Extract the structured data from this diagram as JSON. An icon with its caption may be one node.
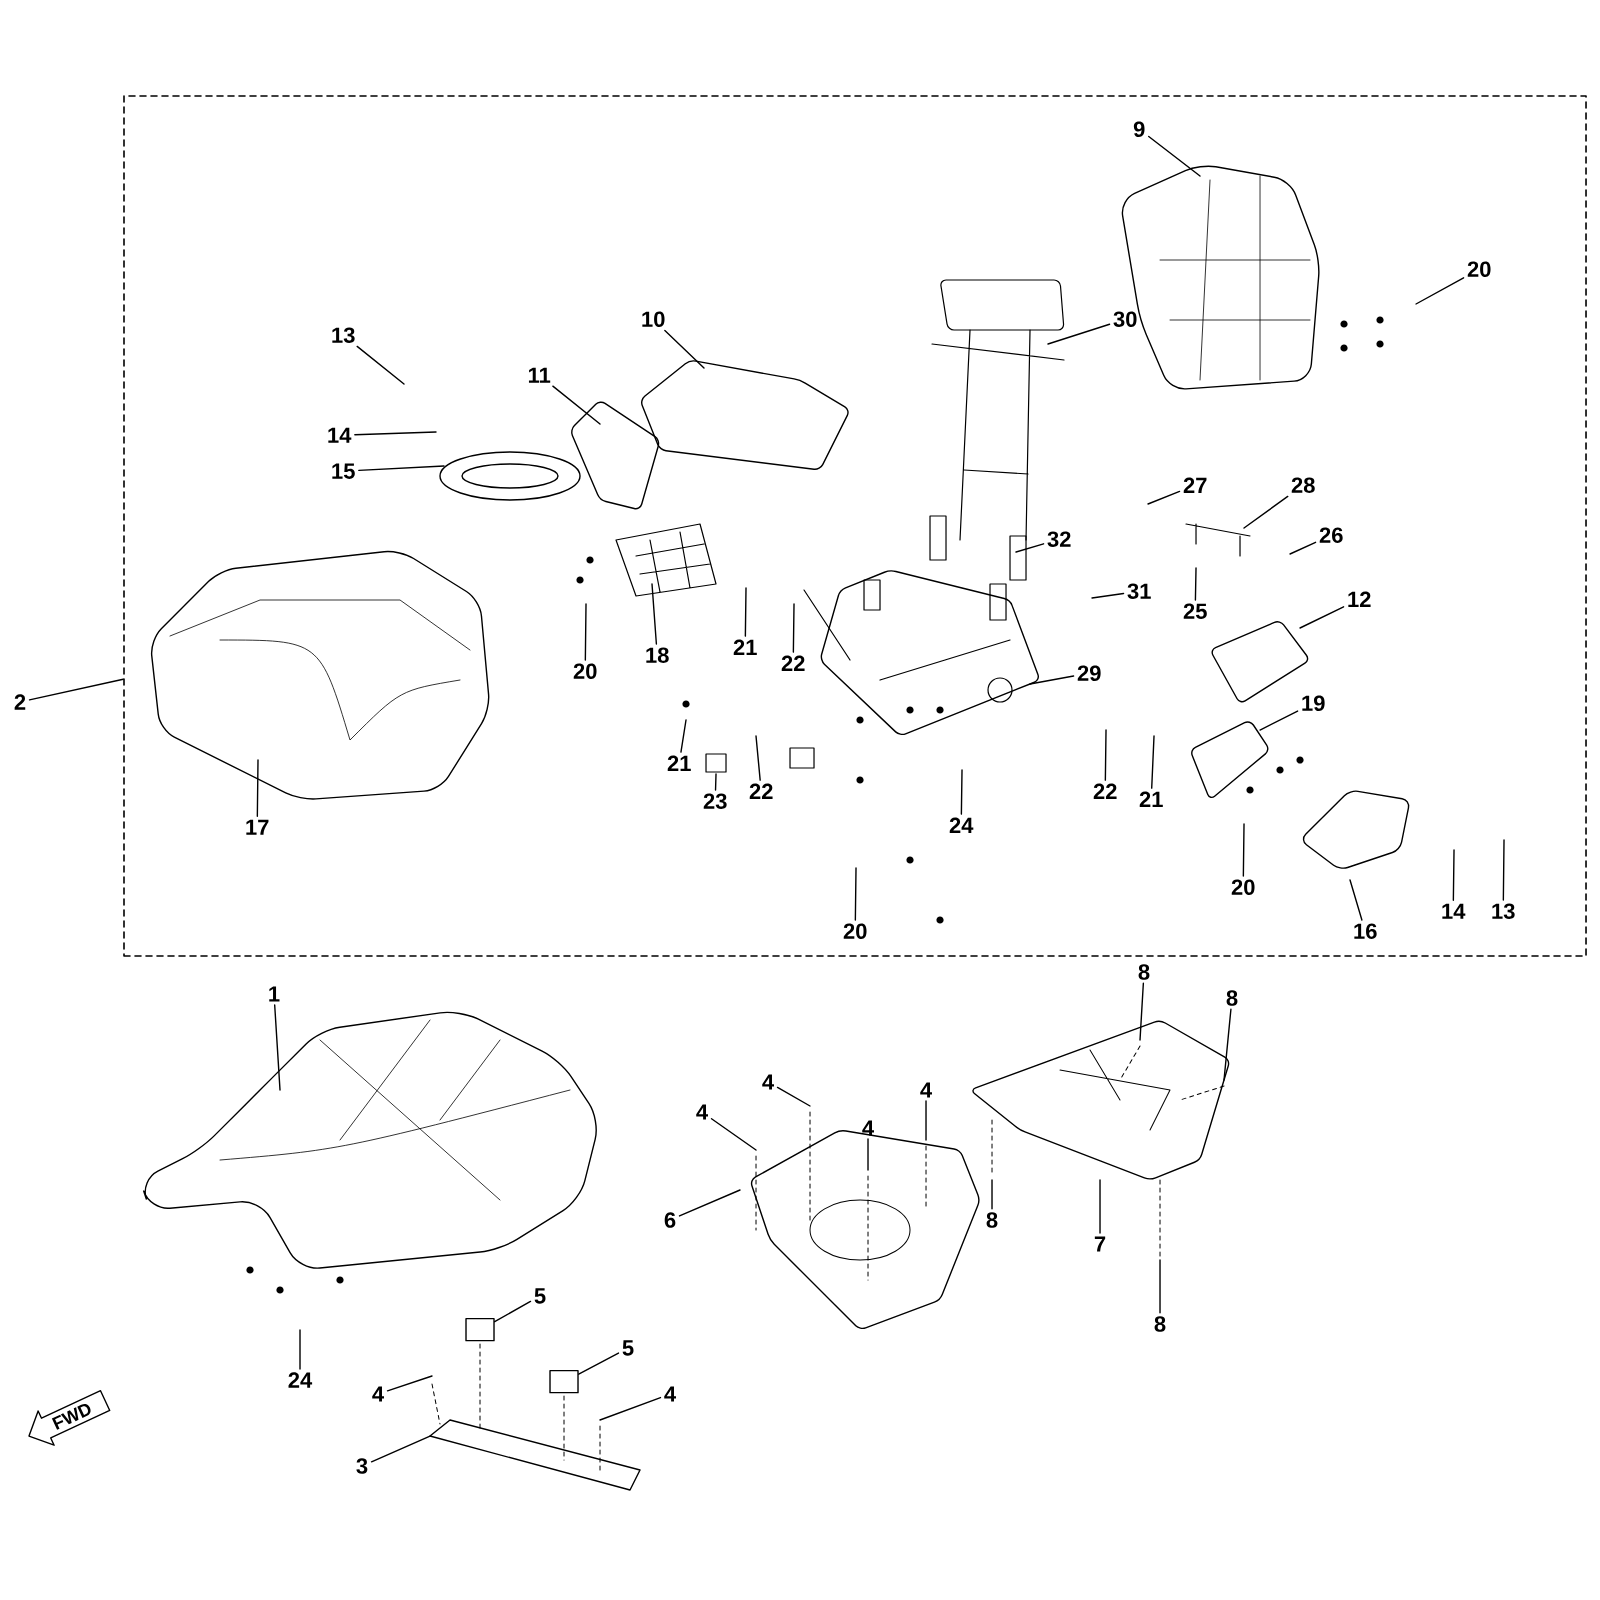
{
  "diagram": {
    "nodes": [
      {
        "text": [],
        "shape": "box"
      },
      {
        "text": [
          "9"
        ],
        "in": 0
      },
      {
        "text": [
          "20"
        ],
        "in": 0
      },
      {
        "text": [
          "13"
        ],
        "in": 0
      },
      {
        "text": [
          "10"
        ],
        "in": 0
      },
      {
        "text": [
          "11"
        ],
        "in": 0
      },
      {
        "text": [
          "30"
        ],
        "in": 0
      },
      {
        "text": [
          "14"
        ],
        "in": 0
      },
      {
        "text": [
          "15"
        ],
        "in": 0
      },
      {
        "text": [
          "27"
        ],
        "in": 0
      },
      {
        "text": [
          "28"
        ],
        "in": 0
      },
      {
        "text": [
          "32"
        ],
        "in": 0
      },
      {
        "text": [
          "26"
        ],
        "in": 0
      },
      {
        "text": [
          "31"
        ],
        "in": 0
      },
      {
        "text": [
          "25"
        ],
        "in": 0
      },
      {
        "text": [
          "12"
        ],
        "in": 0
      },
      {
        "text": [
          "20"
        ],
        "in": 0
      },
      {
        "text": [
          "18"
        ],
        "in": 0
      },
      {
        "text": [
          "21"
        ],
        "in": 0
      },
      {
        "text": [
          "22"
        ],
        "in": 0
      },
      {
        "text": [
          "29"
        ],
        "in": 0
      },
      {
        "text": [
          "19"
        ],
        "in": 0
      },
      {
        "text": [
          "21"
        ],
        "in": 0
      },
      {
        "text": [
          "23"
        ],
        "in": 0
      },
      {
        "text": [
          "22"
        ],
        "in": 0
      },
      {
        "text": [
          "22"
        ],
        "in": 0
      },
      {
        "text": [
          "21"
        ],
        "in": 0
      },
      {
        "text": [
          "17"
        ],
        "in": 0
      },
      {
        "text": [
          "24"
        ],
        "in": 0
      },
      {
        "text": [
          "20"
        ],
        "in": 0
      },
      {
        "text": [
          "14"
        ],
        "in": 0
      },
      {
        "text": [
          "13"
        ],
        "in": 0
      },
      {
        "text": [
          "16"
        ],
        "in": 0
      },
      {
        "text": [
          "20"
        ],
        "in": 0
      },
      {
        "text": [
          "2"
        ]
      },
      {
        "text": [
          "1"
        ]
      },
      {
        "text": [
          "8"
        ]
      },
      {
        "text": [
          "8"
        ]
      },
      {
        "text": [
          "4"
        ]
      },
      {
        "text": [
          "4"
        ]
      },
      {
        "text": [
          "4"
        ]
      },
      {
        "text": [
          "4"
        ]
      },
      {
        "text": [
          "6"
        ]
      },
      {
        "text": [
          "8"
        ]
      },
      {
        "text": [
          "7"
        ]
      },
      {
        "text": [
          "5"
        ]
      },
      {
        "text": [
          "5"
        ]
      },
      {
        "text": [
          "24"
        ]
      },
      {
        "text": [
          "4"
        ]
      },
      {
        "text": [
          "4"
        ]
      },
      {
        "text": [
          "3"
        ]
      },
      {
        "text": [
          "8"
        ]
      },
      {
        "text": [
          "FWD"
        ]
      },
      {
        "text": [],
        "shape": "cylinder"
      },
      {
        "text": [],
        "shape": "cylinder"
      }
    ],
    "edges": [
      {
        "from": 1,
        "to": null,
        "arrow": "none"
      },
      {
        "from": 2,
        "to": null,
        "arrow": "none"
      },
      {
        "from": 3,
        "to": null,
        "arrow": "none"
      },
      {
        "from": 4,
        "to": null,
        "arrow": "none"
      },
      {
        "from": 5,
        "to": null,
        "arrow": "none"
      },
      {
        "from": 6,
        "to": null,
        "arrow": "none"
      },
      {
        "from": 7,
        "to": null,
        "arrow": "none"
      },
      {
        "from": 8,
        "to": null,
        "arrow": "none"
      },
      {
        "from": 9,
        "to": null,
        "arrow": "none"
      },
      {
        "from": 10,
        "to": null,
        "arrow": "none"
      },
      {
        "from": 11,
        "to": null,
        "arrow": "none"
      },
      {
        "from": 12,
        "to": null,
        "arrow": "none"
      },
      {
        "from": 13,
        "to": null,
        "arrow": "none"
      },
      {
        "from": 14,
        "to": null,
        "arrow": "none"
      },
      {
        "from": 15,
        "to": null,
        "arrow": "none"
      },
      {
        "from": 16,
        "to": null,
        "arrow": "none"
      },
      {
        "from": 17,
        "to": null,
        "arrow": "none"
      },
      {
        "from": 18,
        "to": null,
        "arrow": "none"
      },
      {
        "from": 19,
        "to": null,
        "arrow": "none"
      },
      {
        "from": 20,
        "to": null,
        "arrow": "none"
      },
      {
        "from": 21,
        "to": null,
        "arrow": "none"
      },
      {
        "from": 22,
        "to": null,
        "arrow": "none"
      },
      {
        "from": 23,
        "to": null,
        "arrow": "none"
      },
      {
        "from": 24,
        "to": null,
        "arrow": "none"
      },
      {
        "from": 25,
        "to": null,
        "arrow": "none"
      },
      {
        "from": 26,
        "to": null,
        "arrow": "none"
      },
      {
        "from": 27,
        "to": null,
        "arrow": "none"
      },
      {
        "from": 28,
        "to": null,
        "arrow": "none"
      },
      {
        "from": 29,
        "to": null,
        "arrow": "none"
      },
      {
        "from": 30,
        "to": null,
        "arrow": "none"
      },
      {
        "from": 31,
        "to": null,
        "arrow": "none"
      },
      {
        "from": 32,
        "to": null,
        "arrow": "none"
      },
      {
        "from": 33,
        "to": null,
        "arrow": "none"
      },
      {
        "from": 34,
        "to": 0,
        "arrow": "none"
      },
      {
        "from": 35,
        "to": null,
        "arrow": "none"
      },
      {
        "from": 36,
        "to": null,
        "arrow": "none"
      },
      {
        "from": 37,
        "to": null,
        "arrow": "none"
      },
      {
        "from": 38,
        "to": null,
        "arrow": "none"
      },
      {
        "from": 39,
        "to": null,
        "arrow": "none"
      },
      {
        "from": 40,
        "to": null,
        "arrow": "none"
      },
      {
        "from": 41,
        "to": null,
        "arrow": "none"
      },
      {
        "from": 42,
        "to": null,
        "arrow": "none"
      },
      {
        "from": 43,
        "to": null,
        "arrow": "none"
      },
      {
        "from": 44,
        "to": null,
        "arrow": "none"
      },
      {
        "from": 45,
        "to": 53,
        "arrow": "none"
      },
      {
        "from": 46,
        "to": 54,
        "arrow": "none"
      },
      {
        "from": 47,
        "to": null,
        "arrow": "none"
      },
      {
        "from": 48,
        "to": null,
        "arrow": "none"
      },
      {
        "from": 49,
        "to": null,
        "arrow": "none"
      },
      {
        "from": 50,
        "to": null,
        "arrow": "none"
      },
      {
        "from": 51,
        "to": null,
        "arrow": "none"
      }
    ]
  }
}
